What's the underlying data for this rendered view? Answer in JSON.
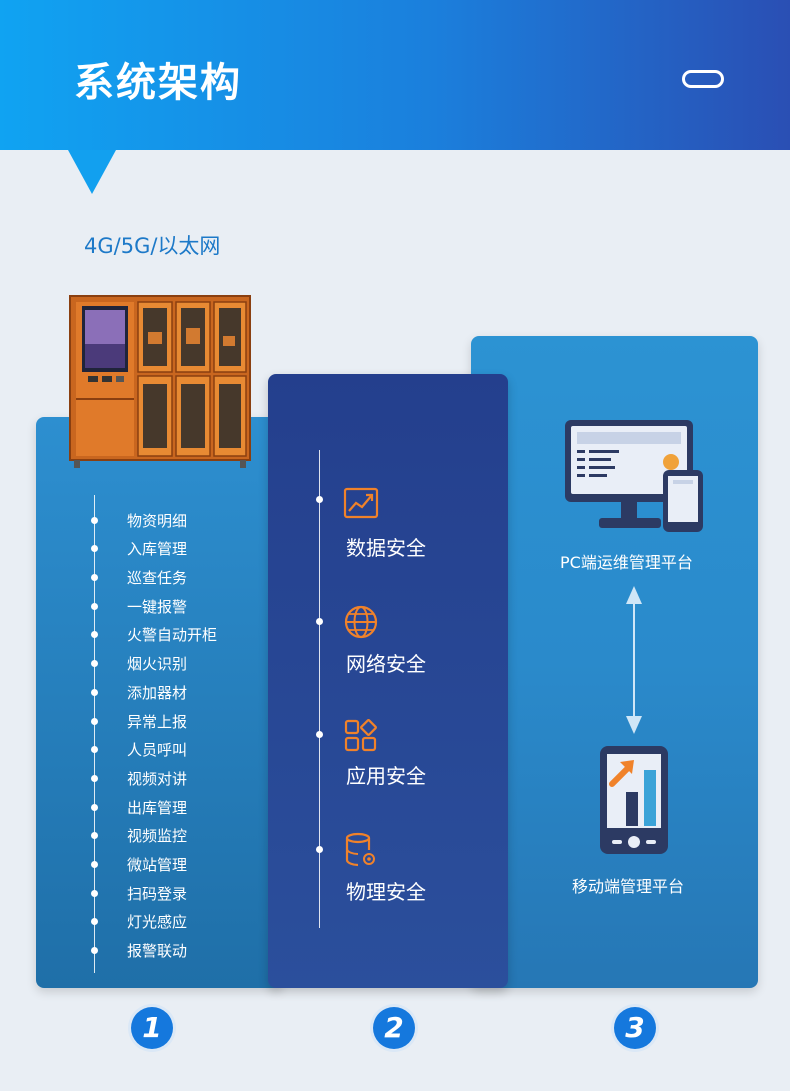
{
  "header": {
    "title": "系统架构"
  },
  "network": {
    "label": "4G/5G/以太网"
  },
  "features": {
    "items": [
      "物资明细",
      "入库管理",
      "巡查任务",
      "一键报警",
      "火警自动开柜",
      "烟火识别",
      "添加器材",
      "异常上报",
      "人员呼叫",
      "视频对讲",
      "出库管理",
      "视频监控",
      "微站管理",
      "扫码登录",
      "灯光感应",
      "报警联动"
    ]
  },
  "security": {
    "items": [
      {
        "label": "数据安全",
        "icon": "chart-trend-icon"
      },
      {
        "label": "网络安全",
        "icon": "globe-icon"
      },
      {
        "label": "应用安全",
        "icon": "apps-grid-icon"
      },
      {
        "label": "物理安全",
        "icon": "database-gear-icon"
      }
    ]
  },
  "platforms": {
    "pc_label": "PC端运维管理平台",
    "mobile_label": "移动端管理平台"
  },
  "numbers": [
    "1",
    "2",
    "3"
  ],
  "colors": {
    "header_start": "#10a3f2",
    "header_end": "#2a4fb4",
    "accent_orange": "#f0822a",
    "number_blue": "#1578dd"
  }
}
